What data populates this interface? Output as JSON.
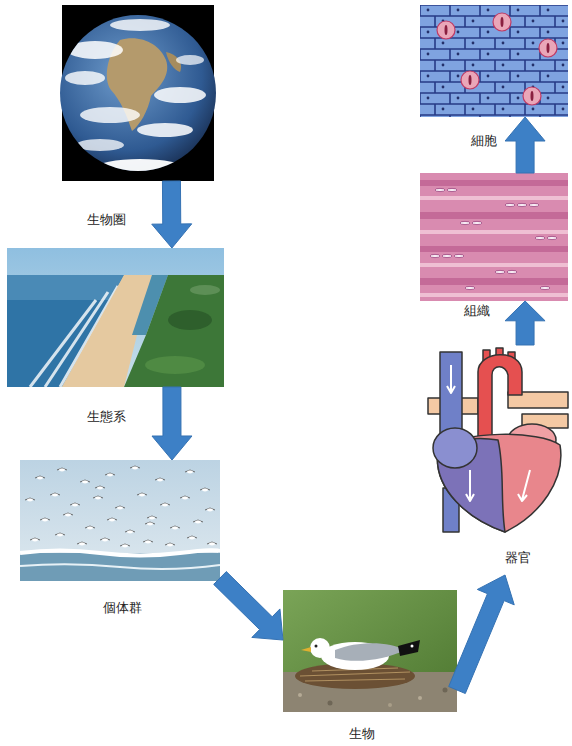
{
  "diagram": {
    "nodes": [
      {
        "text": [
          "生物圏"
        ]
      },
      {
        "text": [
          "生態系"
        ]
      },
      {
        "text": [
          "個体群"
        ]
      },
      {
        "text": [
          "生物"
        ]
      },
      {
        "text": [
          "器官"
        ]
      },
      {
        "text": [
          "組織"
        ]
      },
      {
        "text": [
          "細胞"
        ]
      }
    ],
    "edges": [
      {
        "from": 0,
        "to": 1,
        "arrow": "to"
      },
      {
        "from": 1,
        "to": 2,
        "arrow": "to"
      },
      {
        "from": 2,
        "to": 3,
        "arrow": "to"
      },
      {
        "from": 3,
        "to": 4,
        "arrow": "to"
      },
      {
        "from": 4,
        "to": 5,
        "arrow": "to"
      },
      {
        "from": 5,
        "to": 6,
        "arrow": "to"
      }
    ]
  }
}
